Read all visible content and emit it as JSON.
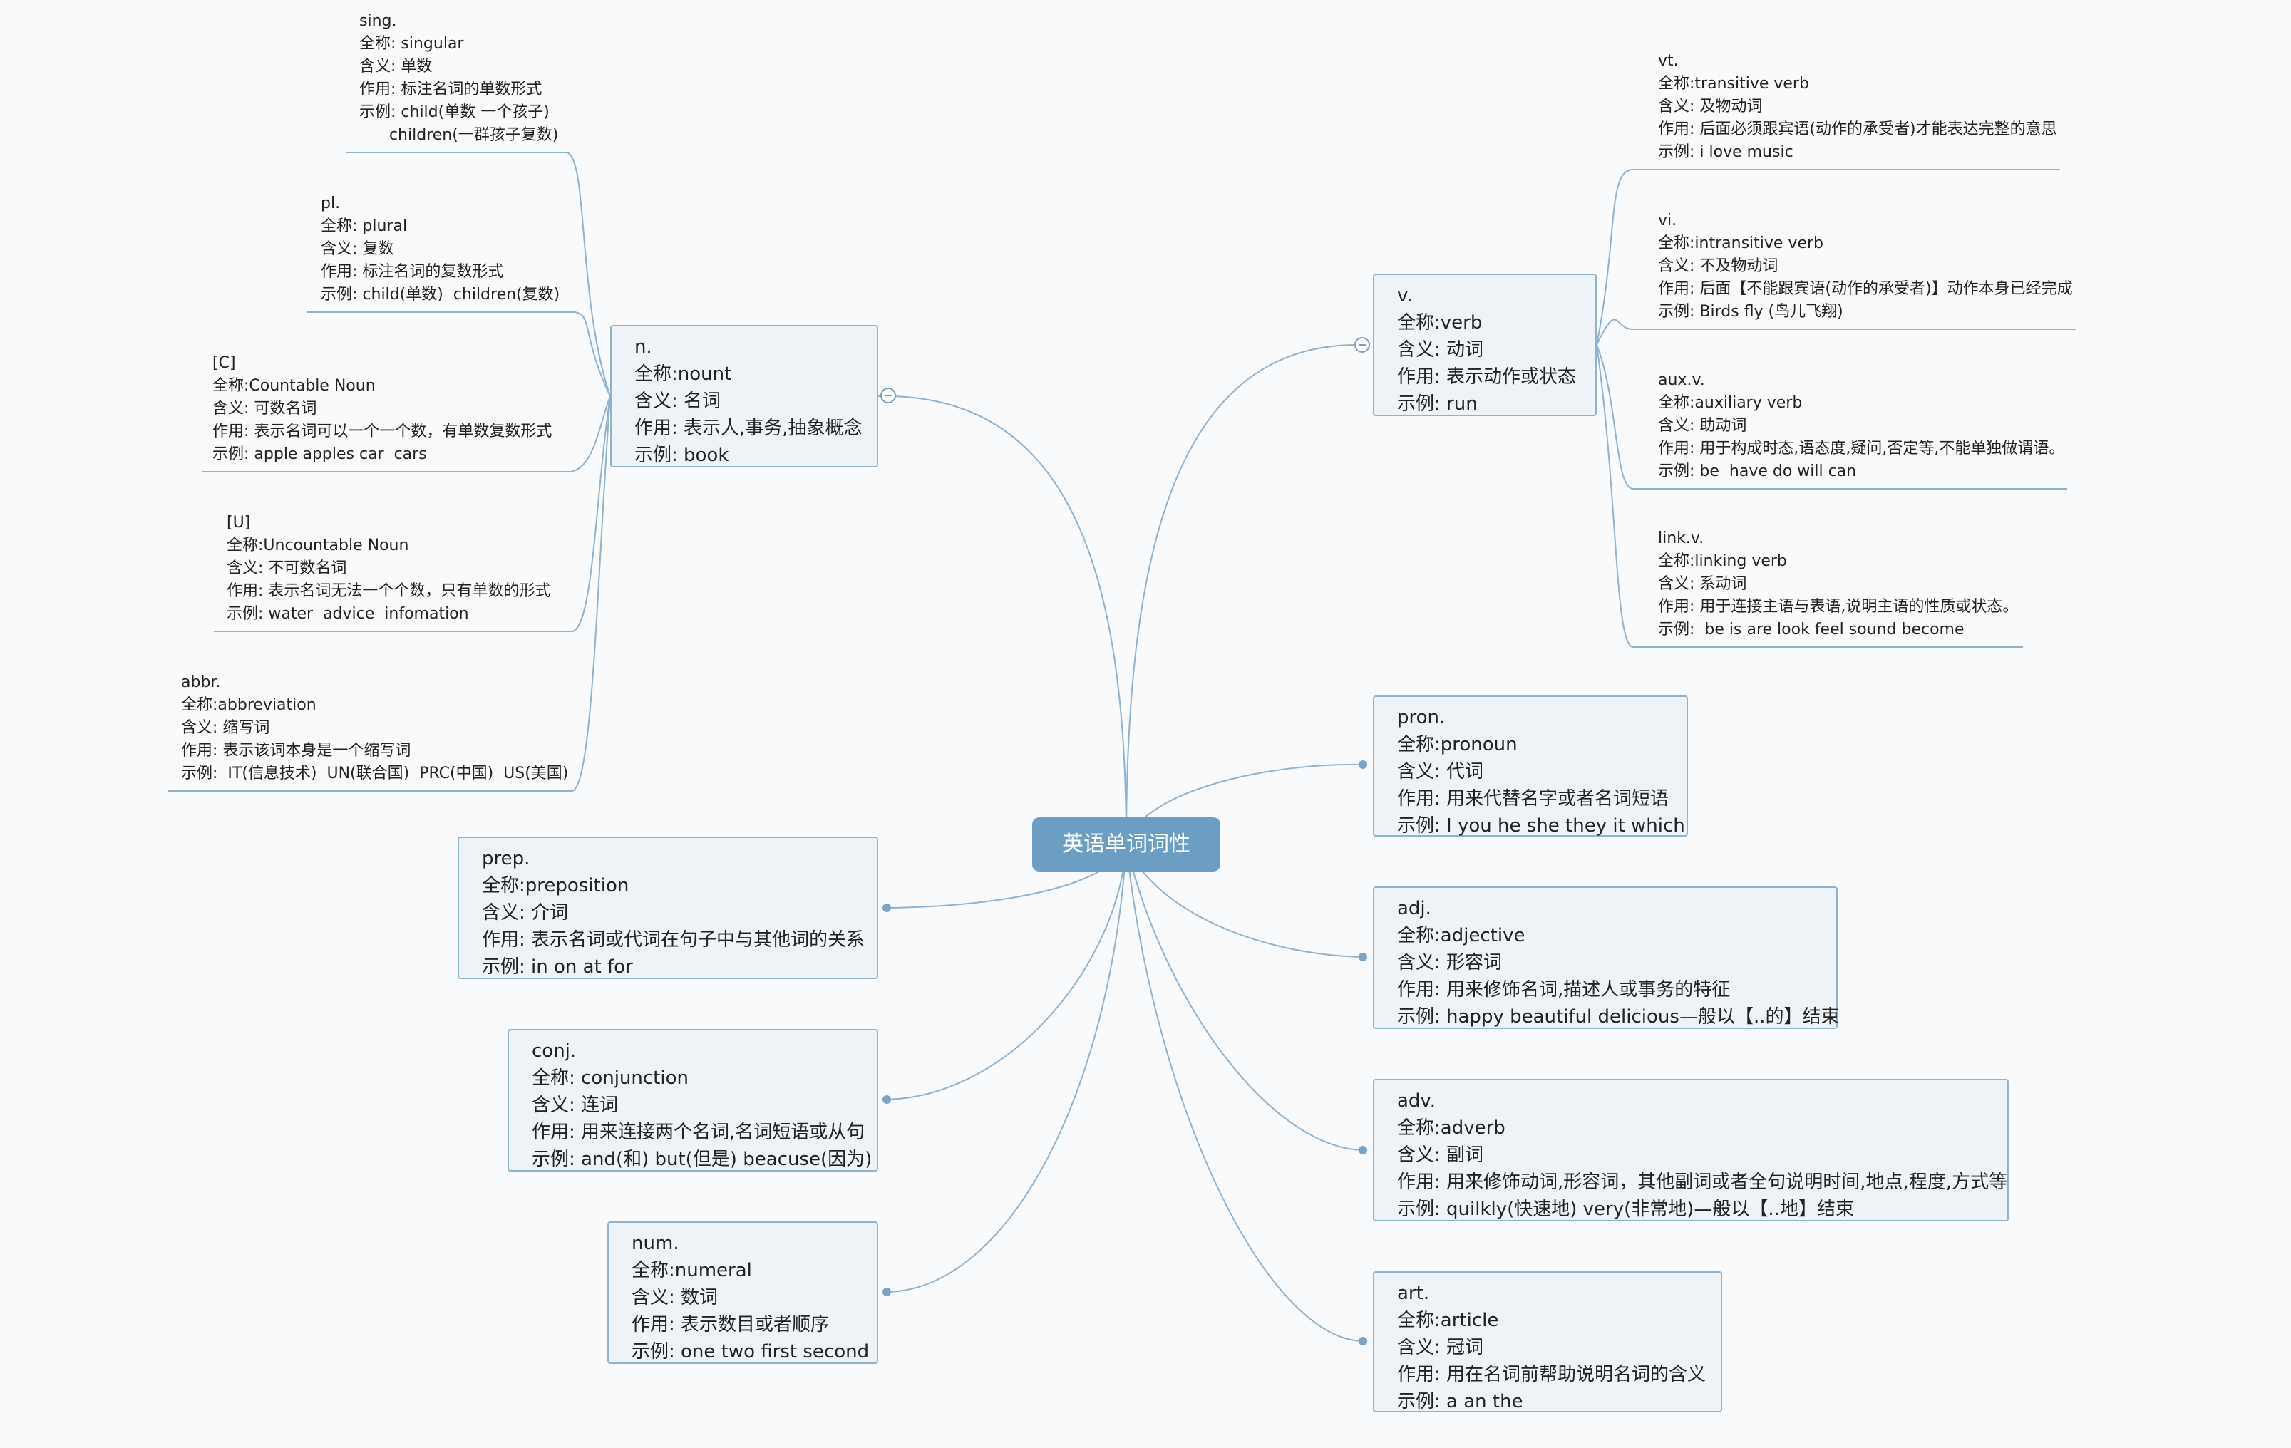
{
  "root": {
    "title": "英语单词词性"
  },
  "nodes": {
    "noun": {
      "lines": [
        "n.",
        "全称:nount",
        "含义: 名词",
        "作用: 表示人,事务,抽象概念",
        "示例: book"
      ]
    },
    "verb": {
      "lines": [
        "v.",
        "全称:verb",
        "含义: 动词",
        "作用: 表示动作或状态",
        "示例: run"
      ]
    },
    "pron": {
      "lines": [
        "pron.",
        "全称:pronoun",
        "含义: 代词",
        "作用: 用来代替名字或者名词短语",
        "示例: I you he she they it which"
      ]
    },
    "adj": {
      "lines": [
        "adj.",
        "全称:adjective",
        "含义: 形容词",
        "作用: 用来修饰名词,描述人或事务的特征",
        "示例: happy beautiful delicious—般以【..的】结束"
      ]
    },
    "adv": {
      "lines": [
        "adv.",
        "全称:adverb",
        "含义: 副词",
        "作用: 用来修饰动词,形容词，其他副词或者全句说明时间,地点,程度,方式等",
        "示例: quilkly(快速地) very(非常地)—般以【..地】结束"
      ]
    },
    "art": {
      "lines": [
        "art.",
        "全称:article",
        "含义: 冠词",
        "作用: 用在名词前帮助说明名词的含义",
        "示例:  a  an  the"
      ]
    },
    "prep": {
      "lines": [
        "prep.",
        "全称:preposition",
        "含义: 介词",
        "作用: 表示名词或代词在句子中与其他词的关系",
        "示例:  in on at for"
      ]
    },
    "conj": {
      "lines": [
        "conj.",
        "全称: conjunction",
        "含义: 连词",
        "作用: 用来连接两个名词,名词短语或从句",
        "示例: and(和)  but(但是) beacuse(因为)"
      ]
    },
    "num": {
      "lines": [
        "num.",
        "全称:numeral",
        "含义: 数词",
        "作用: 表示数目或者顺序",
        "示例: one two first second"
      ]
    }
  },
  "noun_children": [
    {
      "lines": [
        "sing.",
        "全称: singular",
        "含义: 单数",
        "作用: 标注名词的单数形式",
        "示例: child(单数 一个孩子)",
        "      children(一群孩子复数)"
      ]
    },
    {
      "lines": [
        "pl.",
        "全称: plural",
        "含义: 复数",
        "作用: 标注名词的复数形式",
        "示例: child(单数)  children(复数)"
      ]
    },
    {
      "lines": [
        "[C]",
        "全称:Countable Noun",
        "含义: 可数名词",
        "作用: 表示名词可以一个一个数，有单数复数形式",
        "示例: apple apples car  cars"
      ]
    },
    {
      "lines": [
        "[U]",
        "全称:Uncountable Noun",
        "含义: 不可数名词",
        "作用: 表示名词无法一个个数，只有单数的形式",
        "示例: water  advice  infomation"
      ]
    },
    {
      "lines": [
        "abbr.",
        "全称:abbreviation",
        "含义: 缩写词",
        "作用: 表示该词本身是一个缩写词",
        "示例:  IT(信息技术)  UN(联合国)  PRC(中国)  US(美国)"
      ]
    }
  ],
  "verb_children": [
    {
      "lines": [
        "vt.",
        "全称:transitive verb",
        "含义: 及物动词",
        "作用: 后面必须跟宾语(动作的承受者)才能表达完整的意思",
        "示例: i love music"
      ]
    },
    {
      "lines": [
        "vi.",
        "全称:intransitive verb",
        "含义: 不及物动词",
        "作用: 后面【不能跟宾语(动作的承受者)】动作本身已经完成",
        "示例: Birds fly (鸟儿飞翔)"
      ]
    },
    {
      "lines": [
        "aux.v.",
        "全称:auxiliary verb",
        "含义: 助动词",
        "作用: 用于构成时态,语态度,疑问,否定等,不能单独做谓语。",
        "示例: be  have do will can"
      ]
    },
    {
      "lines": [
        "link.v.",
        "全称:linking verb",
        "含义: 系动词",
        "作用: 用于连接主语与表语,说明主语的性质或状态。",
        "示例:  be is are look feel sound become"
      ]
    }
  ],
  "colors": {
    "link": "#8fb2cd",
    "node_bg": "#eef3f7",
    "root_bg": "#6c9ec4"
  }
}
